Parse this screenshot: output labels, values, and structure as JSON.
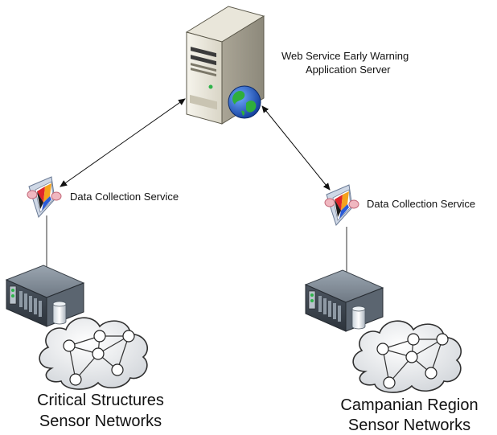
{
  "server": {
    "label_line1": "Web Service Early Warning",
    "label_line2": "Application Server",
    "icon": "server-with-globe-icon"
  },
  "left": {
    "service_label": "Data Collection Service",
    "service_icon": "data-collection-prism-icon",
    "rack_icon": "rack-server-icon",
    "cloud_icon": "sensor-network-cloud-icon",
    "network_line1": "Critical Structures",
    "network_line2": "Sensor Networks"
  },
  "right": {
    "service_label": "Data Collection Service",
    "service_icon": "data-collection-prism-icon",
    "rack_icon": "rack-server-icon",
    "cloud_icon": "sensor-network-cloud-icon",
    "network_line1": "Campanian Region",
    "network_line2": "Sensor Networks"
  }
}
